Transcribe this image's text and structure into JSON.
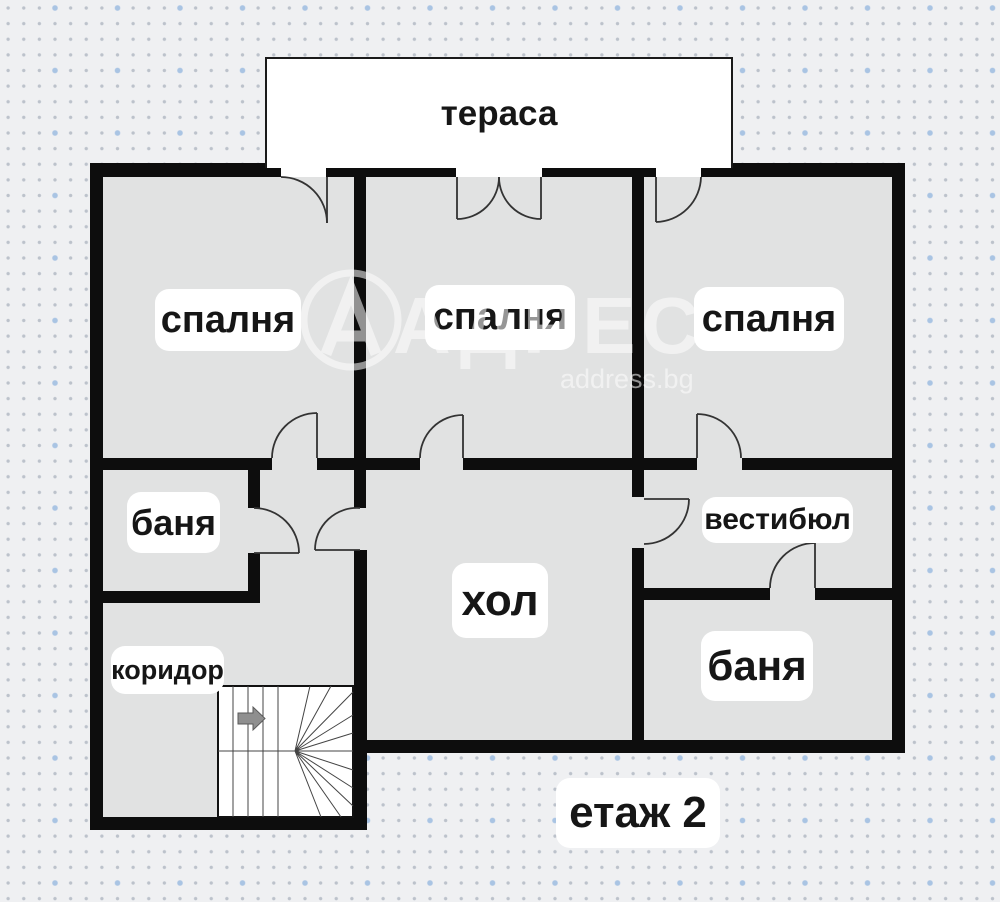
{
  "terrace": {
    "label": "тераса"
  },
  "rooms": {
    "bedroom1": {
      "label": "спалня"
    },
    "bedroom2": {
      "label": "спалня"
    },
    "bedroom3": {
      "label": "спалня"
    },
    "bath1": {
      "label": "баня"
    },
    "bath2": {
      "label": "баня"
    },
    "vestibule": {
      "label": "вестибюл"
    },
    "hall": {
      "label": "хол"
    },
    "corridor": {
      "label": "коридор"
    }
  },
  "floor_label": "етаж 2",
  "watermark": {
    "brand": "АДРЕС",
    "site": "address.bg",
    "logo_letter": "А"
  },
  "colors": {
    "wall": "#0d0d0d",
    "floor": "#e1e2e2",
    "background": "#eff0f2",
    "dot_small": "#bcc2cb",
    "dot_blue": "#a9c4e3",
    "label_bg": "#ffffff",
    "label_text": "#161616",
    "watermark": "#ffffff"
  }
}
